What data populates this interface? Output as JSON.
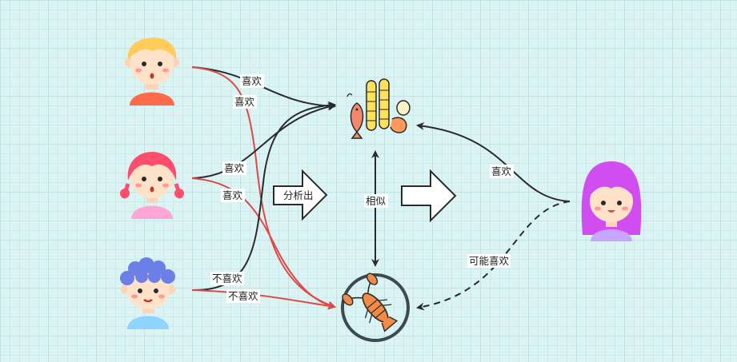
{
  "labels": {
    "like": "喜欢",
    "dislike": "不喜欢",
    "analyze": "分析出",
    "similar": "相似",
    "maybe_like": "可能喜欢"
  },
  "colors": {
    "background": "#dbf3f3",
    "like_edge": "#2b2b2b",
    "dislike_edge": "#e04848",
    "user1_shirt": "#ff6b4a",
    "user2_hair": "#ff4d6d",
    "user3_hair": "#6b7fe6",
    "user4_hair": "#d04df0"
  },
  "icons": {
    "user1": "boy-avatar-icon",
    "user2": "girl-braids-avatar-icon",
    "user3": "curly-hair-avatar-icon",
    "user4": "purple-hair-girl-avatar-icon",
    "item1": "seafood-platter-icon",
    "item2": "lobster-icon"
  }
}
